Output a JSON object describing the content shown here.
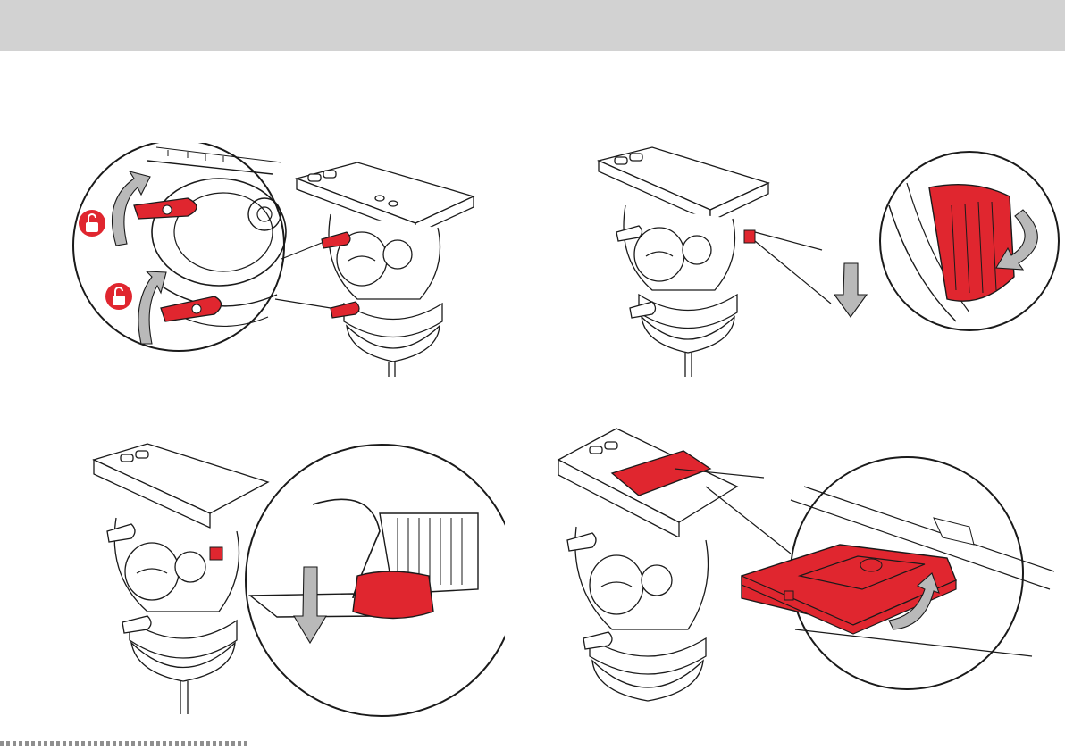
{
  "header": {
    "title": ""
  },
  "colors": {
    "header_bg": "#d2d2d2",
    "accent_red": "#e0262f",
    "line": "#1a1a1a",
    "arrow_grey": "#b9b9b9"
  },
  "steps": [
    {
      "id": 1,
      "icons": [
        "unlock-icon",
        "unlock-icon"
      ],
      "highlight": "tilt-and-pan-lock-levers"
    },
    {
      "id": 2,
      "icons": [
        "rotate-arrow-icon",
        "down-arrow-icon"
      ],
      "highlight": "plate-release-knob"
    },
    {
      "id": 3,
      "icons": [
        "down-arrow-icon"
      ],
      "highlight": "release-button"
    },
    {
      "id": 4,
      "icons": [
        "up-arrow-icon"
      ],
      "highlight": "quick-release-plate"
    }
  ]
}
